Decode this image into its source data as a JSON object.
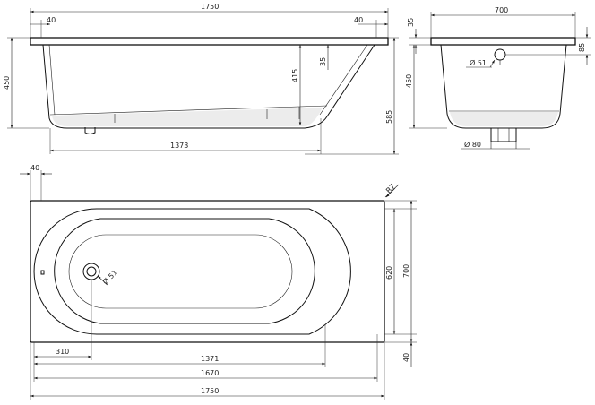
{
  "labels": {
    "side_top_overall": "1750",
    "side_top_rim_left": "40",
    "side_top_rim_right": "40",
    "side_height": "450",
    "side_inner_depth": "415",
    "side_slope": "35",
    "side_floor_length": "1373",
    "overall_height": "585",
    "end_rim": "35",
    "end_width": "700",
    "end_height": "450",
    "end_overflow_height": "85",
    "end_overflow_dia": "Ø 51",
    "end_waste_dia": "Ø 80",
    "plan_rim_left": "40",
    "plan_corner_radius": "R7",
    "plan_waste_dia": "Ø 51",
    "plan_inner_width": "620",
    "plan_overall_width": "700",
    "plan_rim_bottom": "40",
    "plan_waste_offset": "310",
    "plan_inner_length": "1371",
    "plan_bowl_length": "1670",
    "plan_overall_length": "1750"
  }
}
